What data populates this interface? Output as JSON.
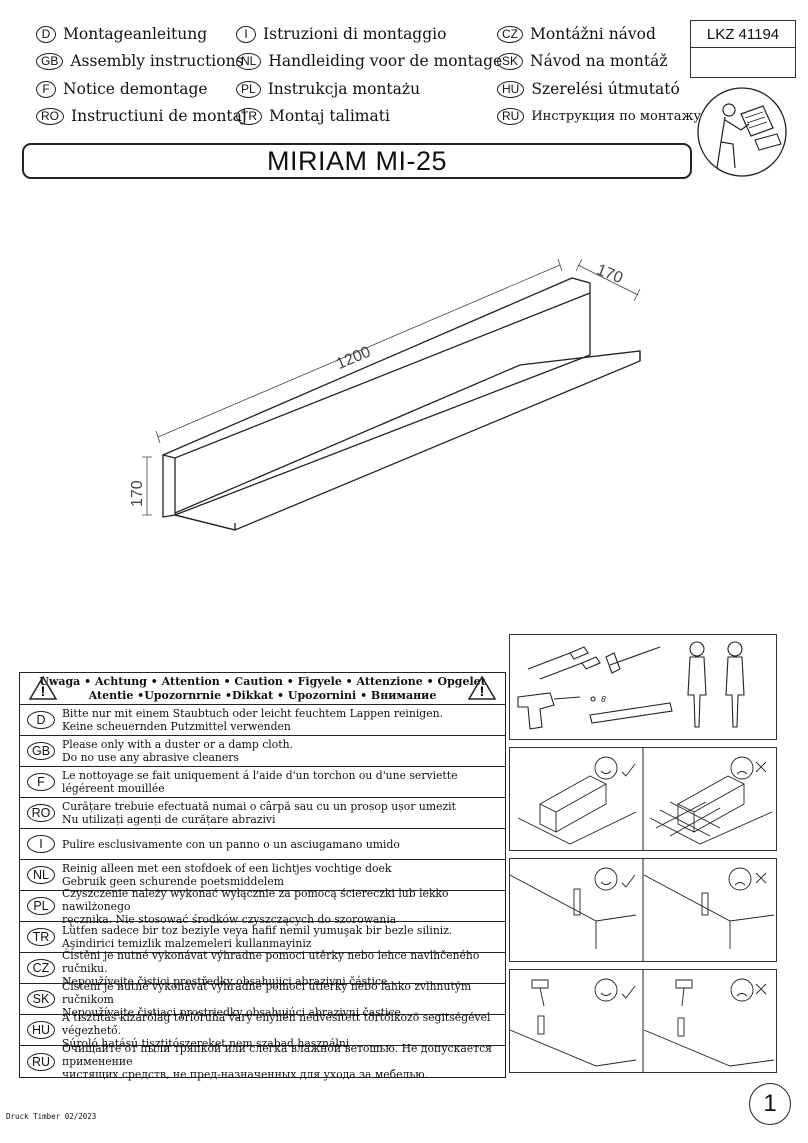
{
  "languages": [
    {
      "code": "D",
      "label": "Montageanleitung"
    },
    {
      "code": "GB",
      "label": "Assembly instructions"
    },
    {
      "code": "F",
      "label": "Notice demontage"
    },
    {
      "code": "RO",
      "label": "Instructiuni de montaj"
    },
    {
      "code": "I",
      "label": "Istruzioni di montaggio"
    },
    {
      "code": "NL",
      "label": "Handleiding voor de montage"
    },
    {
      "code": "PL",
      "label": "Instrukcja montażu"
    },
    {
      "code": "TR",
      "label": "Montaj talimati"
    },
    {
      "code": "CZ",
      "label": "Montážni návod"
    },
    {
      "code": "SK",
      "label": "Návod na montáž"
    },
    {
      "code": "HU",
      "label": "Szerelési útmutató"
    },
    {
      "code": "RU",
      "label": "Инструкция по монтажу"
    }
  ],
  "code_box": {
    "code": "LKZ 41194"
  },
  "title": "MIRIAM MI-25",
  "dimensions": {
    "width": "1200",
    "depth": "170",
    "height": "170"
  },
  "caution": {
    "line1": "Uwaga • Achtung • Attention • Caution • Figyele • Attenzione • Opgelet",
    "line2": "Atentie •Upozornrnie •Dikkat • Upozornini • Внимание",
    "rows": [
      {
        "code": "D",
        "l1": "Bitte nur mit einem Staubtuch oder leicht feuchtem Lappen reinigen.",
        "l2": "Keine scheuernden Putzmittel verwenden"
      },
      {
        "code": "GB",
        "l1": "Please only with a duster or a damp cloth.",
        "l2": "Do no use any abrasive cleaners"
      },
      {
        "code": "F",
        "l1": "Le nottoyage se fait uniquement á l'aide d'un torchon ou d'une serviette",
        "l2": "légéreent mouillée"
      },
      {
        "code": "RO",
        "l1": "Curățare trebuie efectuată numai o cârpă sau cu un prosop ușor umezit",
        "l2": "Nu utilizați agenți de curățare abrazivi"
      },
      {
        "code": "I",
        "l1": "Pulire esclusivamente con un panno o un asciugamano umido",
        "l2": ""
      },
      {
        "code": "NL",
        "l1": "Reinig alleen met een stofdoek of een lichtjes vochtige doek",
        "l2": "Gebruik geen schurende poetsmiddelem"
      },
      {
        "code": "PL",
        "l1": "Czyszczenie należy wykonać wyłącznie za pomocą ściereczki lub lekko nawilżonego",
        "l2": "ręcznika. Nie stosować środków czyszczących do szorowania"
      },
      {
        "code": "TR",
        "l1": "Lütfen sadece bir toz beziyle veya hafif nemil yumuşak bir bezle siliniz.",
        "l2": "Aşindirici temizlik malzemeleri kullanmayiniz"
      },
      {
        "code": "CZ",
        "l1": "Čistěni je nutné vykonávat výhradne pomoci utěrky nebo lehce navlhčeného ručniku.",
        "l2": "Nepoužívejte čistici prostředky obsahujici abrazivni částice"
      },
      {
        "code": "SK",
        "l1": "Čisteni je nutné vykonávať výhradne pomoci utierky nebo ľahko zvlhnutým ručnikom",
        "l2": "Nepoužívajte čistiaci prostriedky obsahujúci abrazivni častice"
      },
      {
        "code": "HU",
        "l1": "A tisztitás kizárólag törlőruha vary enyhén nedvesitett törtölkozö segitségével végezhető.",
        "l2": "Súroló hatású tisztitószereket nem szabad használni"
      },
      {
        "code": "RU",
        "l1": "Очищайте от пыли тряпкой или слегка влажной ветошью. Не допускается применение",
        "l2": "чистящих средств, не пред-назначенных для ухода за мебелью."
      }
    ]
  },
  "tools": {
    "screw_size": "8"
  },
  "footer": "Druck Timber 02/2023",
  "page_number": "1"
}
